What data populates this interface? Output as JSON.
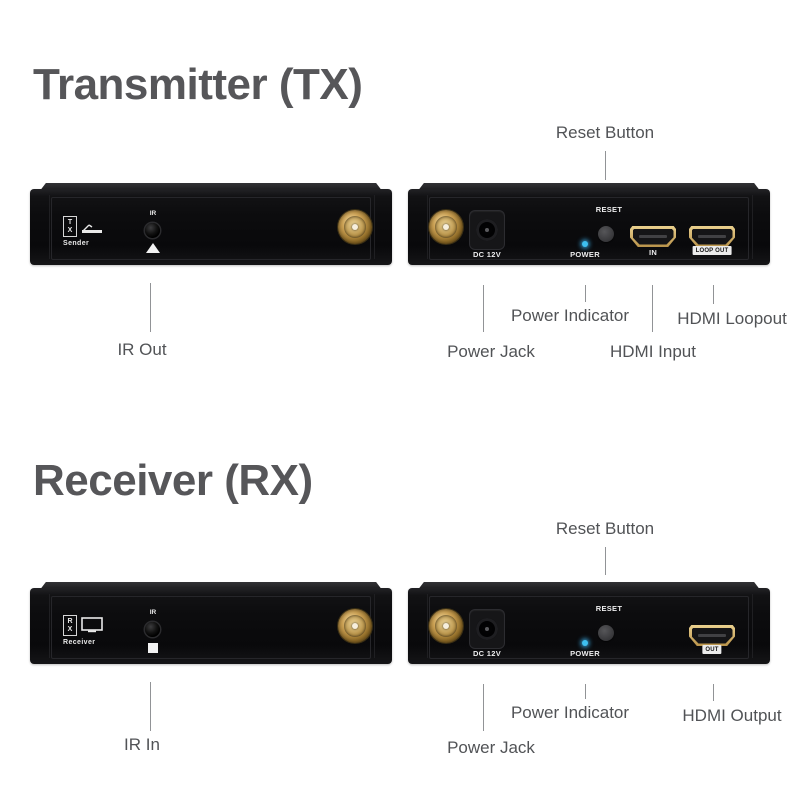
{
  "colors": {
    "background": "#ffffff",
    "title_text": "#565659",
    "label_text": "#515356",
    "leader_line": "#919396",
    "device_black": "#0b0b0d",
    "connector_gold": "#c9a355",
    "led_blue": "#3ec0f0",
    "panel_print_white": "#ededee"
  },
  "tx": {
    "title": "Transmitter (TX)",
    "callout_reset": "Reset Button",
    "callout_ir": "IR Out",
    "callout_power_jack": "Power Jack",
    "callout_power_indicator": "Power Indicator",
    "callout_hdmi_input": "HDMI Input",
    "callout_hdmi_loopout": "HDMI Loopout",
    "front": {
      "logo_letters": [
        "T",
        "X"
      ],
      "logo_caption": "Sender",
      "ir_label": "IR"
    },
    "rear": {
      "reset_label": "RESET",
      "power_label": "POWER",
      "dc_label": "DC 12V",
      "hdmi_in_label": "IN",
      "hdmi_loop_label": "LOOP OUT"
    }
  },
  "rx": {
    "title": "Receiver (RX)",
    "callout_reset": "Reset Button",
    "callout_ir": "IR In",
    "callout_power_jack": "Power Jack",
    "callout_power_indicator": "Power Indicator",
    "callout_hdmi_output": "HDMI Output",
    "front": {
      "logo_letters": [
        "R",
        "X"
      ],
      "logo_caption": "Receiver",
      "ir_label": "IR"
    },
    "rear": {
      "reset_label": "RESET",
      "power_label": "POWER",
      "dc_label": "DC 12V",
      "hdmi_out_label": "OUT"
    }
  }
}
